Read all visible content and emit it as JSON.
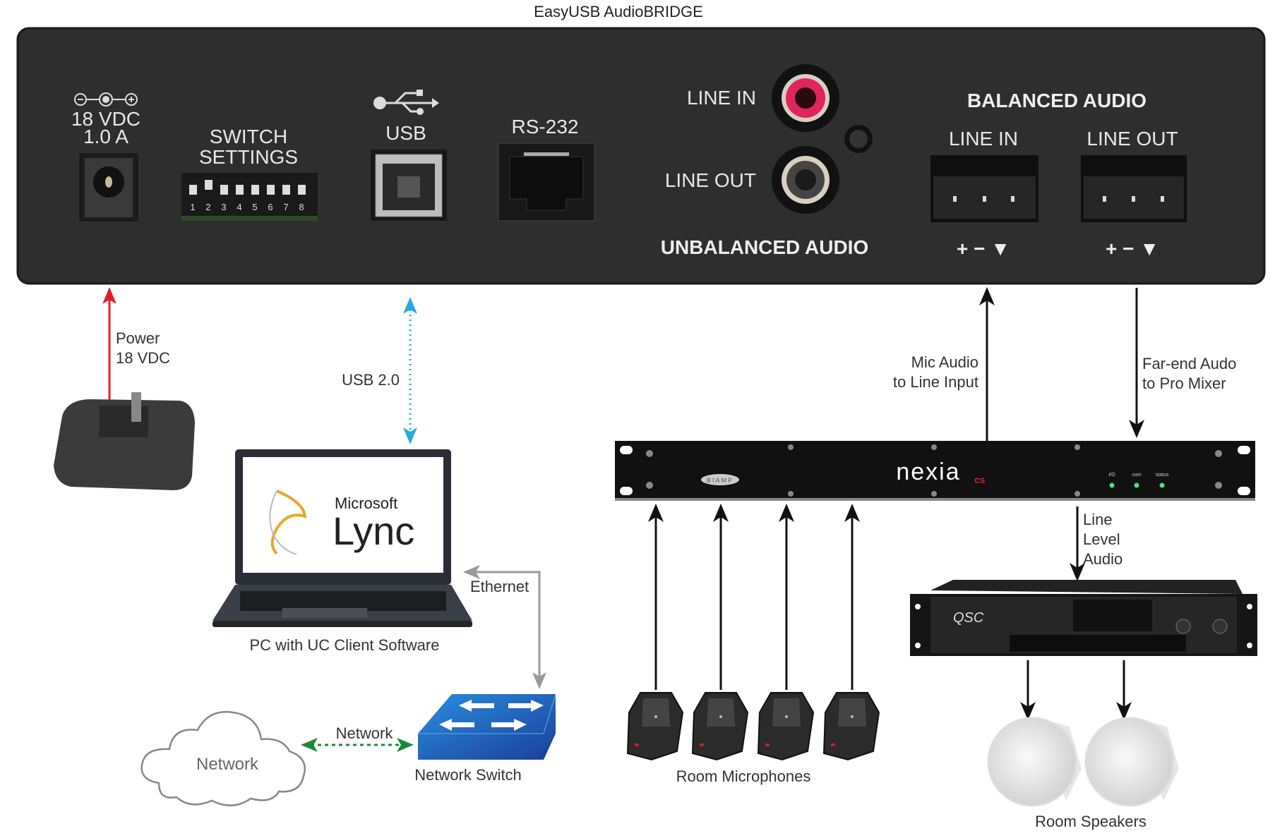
{
  "title": "EasyUSB AudioBRIDGE",
  "panel": {
    "power_voltage": "18 VDC",
    "power_current": "1.0 A",
    "switch_line1": "SWITCH",
    "switch_line2": "SETTINGS",
    "dip_numbers": [
      "1",
      "2",
      "3",
      "4",
      "5",
      "6",
      "7",
      "8"
    ],
    "usb": "USB",
    "rs232": "RS-232",
    "unbal_line_in": "LINE IN",
    "unbal_line_out": "LINE OUT",
    "unbalanced_audio": "UNBALANCED AUDIO",
    "balanced_audio": "BALANCED AUDIO",
    "bal_line_in": "LINE IN",
    "bal_line_out": "LINE OUT",
    "terminal_symbols": "+ − ▼"
  },
  "connections": {
    "power_line1": "Power",
    "power_line2": "18  VDC",
    "usb": "USB 2.0",
    "ethernet": "Ethernet",
    "network": "Network",
    "mic_audio_line1": "Mic Audio",
    "mic_audio_line2": "to Line Input",
    "farend_line1": "Far-end Audo",
    "farend_line2": "to Pro Mixer",
    "line_level_1": "Line",
    "line_level_2": "Level",
    "line_level_3": "Audio"
  },
  "devices": {
    "pc_label": "PC with UC Client Software",
    "lync_brand": "Microsoft",
    "lync_product": "Lync",
    "switch_label": "Network Switch",
    "cloud_label": "Network",
    "mixer_brand": "nexia",
    "mixer_model": "cs",
    "mixer_maker": "BIAMP",
    "mixer_leds": [
      "I/O",
      "com",
      "status"
    ],
    "amp_brand": "QSC",
    "mics_label": "Room Microphones",
    "speakers_label": "Room Speakers"
  },
  "colors": {
    "power_arrow": "#e0202a",
    "usb_arrow": "#29abe2",
    "network_arrow": "#1a8a3a",
    "ethernet_arrow": "#999999",
    "panel": "#2e2e2e",
    "rca_in": "#e0245e",
    "switch_blue": "#1f6fc4"
  }
}
